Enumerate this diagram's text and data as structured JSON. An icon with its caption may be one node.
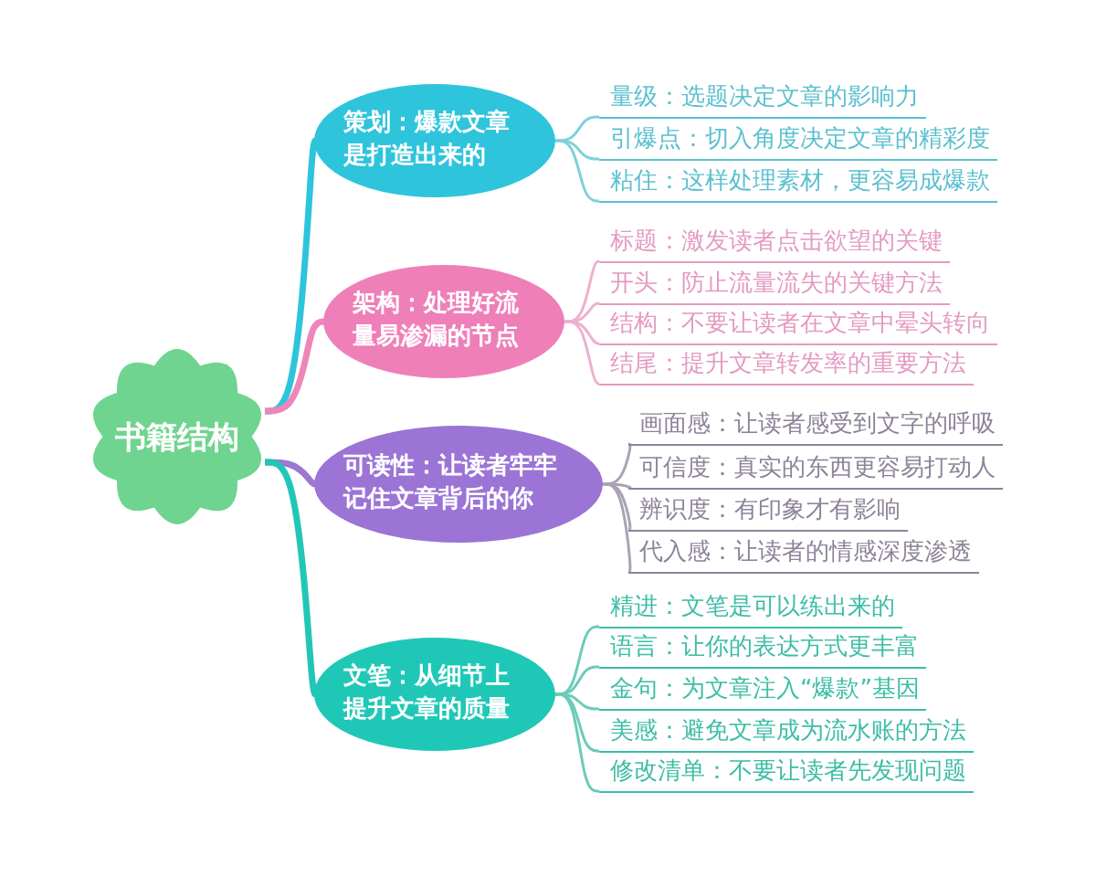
{
  "diagram": {
    "nodes": [
      {
        "text": [
          "书籍结构"
        ]
      },
      {
        "text": [
          "策划：爆款文章是打造出来的"
        ]
      },
      {
        "text": [
          "量级：选题决定文章的影响力"
        ]
      },
      {
        "text": [
          "引爆点：切入角度决定文章的精彩度"
        ]
      },
      {
        "text": [
          "粘住：这样处理素材，更容易成爆款"
        ]
      },
      {
        "text": [
          "架构：处理好流量易渗漏的节点"
        ]
      },
      {
        "text": [
          "标题：激发读者点击欲望的关键"
        ]
      },
      {
        "text": [
          "开头：防止流量流失的关键方法"
        ]
      },
      {
        "text": [
          "结构：不要让读者在文章中晕头转向"
        ]
      },
      {
        "text": [
          "结尾：提升文章转发率的重要方法"
        ]
      },
      {
        "text": [
          "可读性：让读者牢牢记住文章背后的你"
        ]
      },
      {
        "text": [
          "画面感：让读者感受到文字的呼吸"
        ]
      },
      {
        "text": [
          "可信度：真实的东西更容易打动人"
        ]
      },
      {
        "text": [
          "辨识度：有印象才有影响"
        ]
      },
      {
        "text": [
          "代入感：让读者的情感深度渗透"
        ]
      },
      {
        "text": [
          "文笔：从细节上提升文章的质量"
        ]
      },
      {
        "text": [
          "精进：文笔是可以练出来的"
        ]
      },
      {
        "text": [
          "语言：让你的表达方式更丰富"
        ]
      },
      {
        "text": [
          "金句：为文章注入“爆款”基因"
        ]
      },
      {
        "text": [
          "美感：避免文章成为流水账的方法"
        ]
      },
      {
        "text": [
          "修改清单：不要让读者先发现问题"
        ]
      }
    ],
    "edges": [
      {
        "from": 0,
        "to": 1,
        "arrow": "none",
        "style": "thick",
        "color": "#2ec4dc"
      },
      {
        "from": 1,
        "to": 2,
        "arrow": "none",
        "color": "#7fd0dc"
      },
      {
        "from": 1,
        "to": 3,
        "arrow": "none",
        "color": "#7fd0dc"
      },
      {
        "from": 1,
        "to": 4,
        "arrow": "none",
        "color": "#7fd0dc"
      },
      {
        "from": 0,
        "to": 5,
        "arrow": "none",
        "style": "thick",
        "color": "#ee86b8"
      },
      {
        "from": 5,
        "to": 6,
        "arrow": "none",
        "color": "#eeb0cf"
      },
      {
        "from": 5,
        "to": 7,
        "arrow": "none",
        "color": "#eeb0cf"
      },
      {
        "from": 5,
        "to": 8,
        "arrow": "none",
        "color": "#eeb0cf"
      },
      {
        "from": 5,
        "to": 9,
        "arrow": "none",
        "color": "#eeb0cf"
      },
      {
        "from": 0,
        "to": 10,
        "arrow": "none",
        "style": "thick",
        "color": "#9a78d4"
      },
      {
        "from": 10,
        "to": 11,
        "arrow": "none",
        "color": "#a9a3b4"
      },
      {
        "from": 10,
        "to": 12,
        "arrow": "none",
        "color": "#a9a3b4"
      },
      {
        "from": 10,
        "to": 13,
        "arrow": "none",
        "color": "#a9a3b4"
      },
      {
        "from": 10,
        "to": 14,
        "arrow": "none",
        "color": "#a9a3b4"
      },
      {
        "from": 0,
        "to": 15,
        "arrow": "none",
        "style": "thick",
        "color": "#22c6b6"
      },
      {
        "from": 15,
        "to": 16,
        "arrow": "none",
        "color": "#6ccbb9"
      },
      {
        "from": 15,
        "to": 17,
        "arrow": "none",
        "color": "#6ccbb9"
      },
      {
        "from": 15,
        "to": 18,
        "arrow": "none",
        "color": "#6ccbb9"
      },
      {
        "from": 15,
        "to": 19,
        "arrow": "none",
        "color": "#6ccbb9"
      },
      {
        "from": 15,
        "to": 20,
        "arrow": "none",
        "color": "#6ccbb9"
      }
    ]
  }
}
